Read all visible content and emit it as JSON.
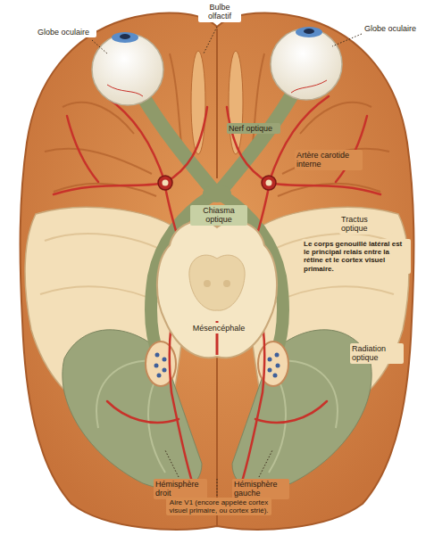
{
  "diagram": {
    "labels": [
      "Globe oculaire",
      "Bulbe olfactif",
      "Globe oculaire",
      "Nerf optique",
      "Artère carotide interne",
      "Chiasma optique",
      "Tractus optique",
      "Le corps genouillé latéral est le principal relais entre la rétine et le cortex visuel primaire.",
      "Mésencéphale",
      "Radiation optique",
      "Hémisphère droit",
      "Hémisphère gauche",
      "Aire V1 (encore appelée cortex visuel primaire, ou cortex strié)."
    ]
  }
}
